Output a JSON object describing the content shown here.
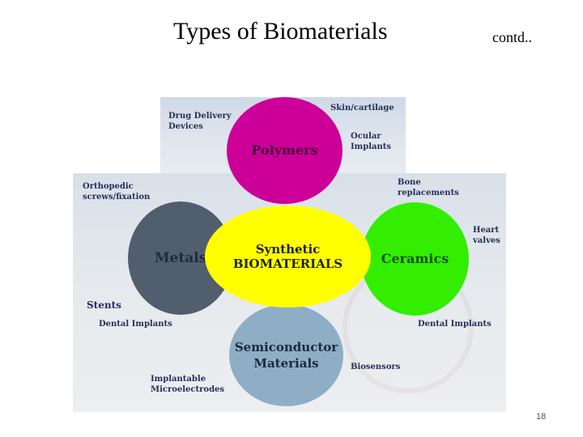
{
  "slide": {
    "title": "Types of Biomaterials",
    "contd": "contd..",
    "page_number": "18"
  },
  "diagram": {
    "center": "Synthetic\nBIOMATERIALS",
    "categories": {
      "polymers": "Polymers",
      "metals": "Metals",
      "ceramics": "Ceramics",
      "semiconductors": "Semiconductor\nMaterials"
    },
    "applications": {
      "drug_delivery": "Drug Delivery\nDevices",
      "skin_cartilage": "Skin/cartilage",
      "ocular_implants": "Ocular\nImplants",
      "orthopedic_screws": "Orthopedic\nscrews/fixation",
      "bone_replacements": "Bone\nreplacements",
      "heart_valves": "Heart\nvalves",
      "stents": "Stents",
      "dental_implants_left": "Dental Implants",
      "dental_implants_right": "Dental Implants",
      "biosensors": "Biosensors",
      "implantable_microelectrodes": "Implantable\nMicroelectrodes"
    },
    "colors": {
      "polymers": "#cc0099",
      "metals": "#505e6d",
      "ceramics": "#33ee00",
      "semiconductors": "#8eaec6",
      "center": "#ffff00"
    }
  }
}
